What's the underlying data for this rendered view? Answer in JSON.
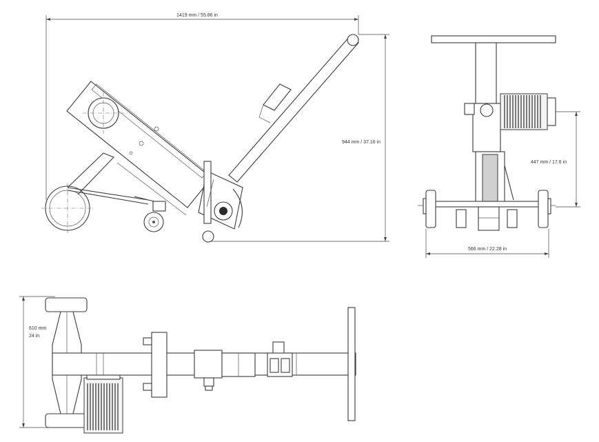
{
  "dimensions": {
    "side_length": "1419 mm / 55.86 in",
    "side_height": "944 mm / 37.16 in",
    "front_width": "566 mm / 22.28 in",
    "front_height": "447 mm / 17.6 in",
    "top_width_mm": "610 mm",
    "top_width_in": "24 in"
  },
  "colors": {
    "line": "#3a3a3a",
    "motor_rib": "#2a2a2a",
    "background": "#ffffff"
  }
}
